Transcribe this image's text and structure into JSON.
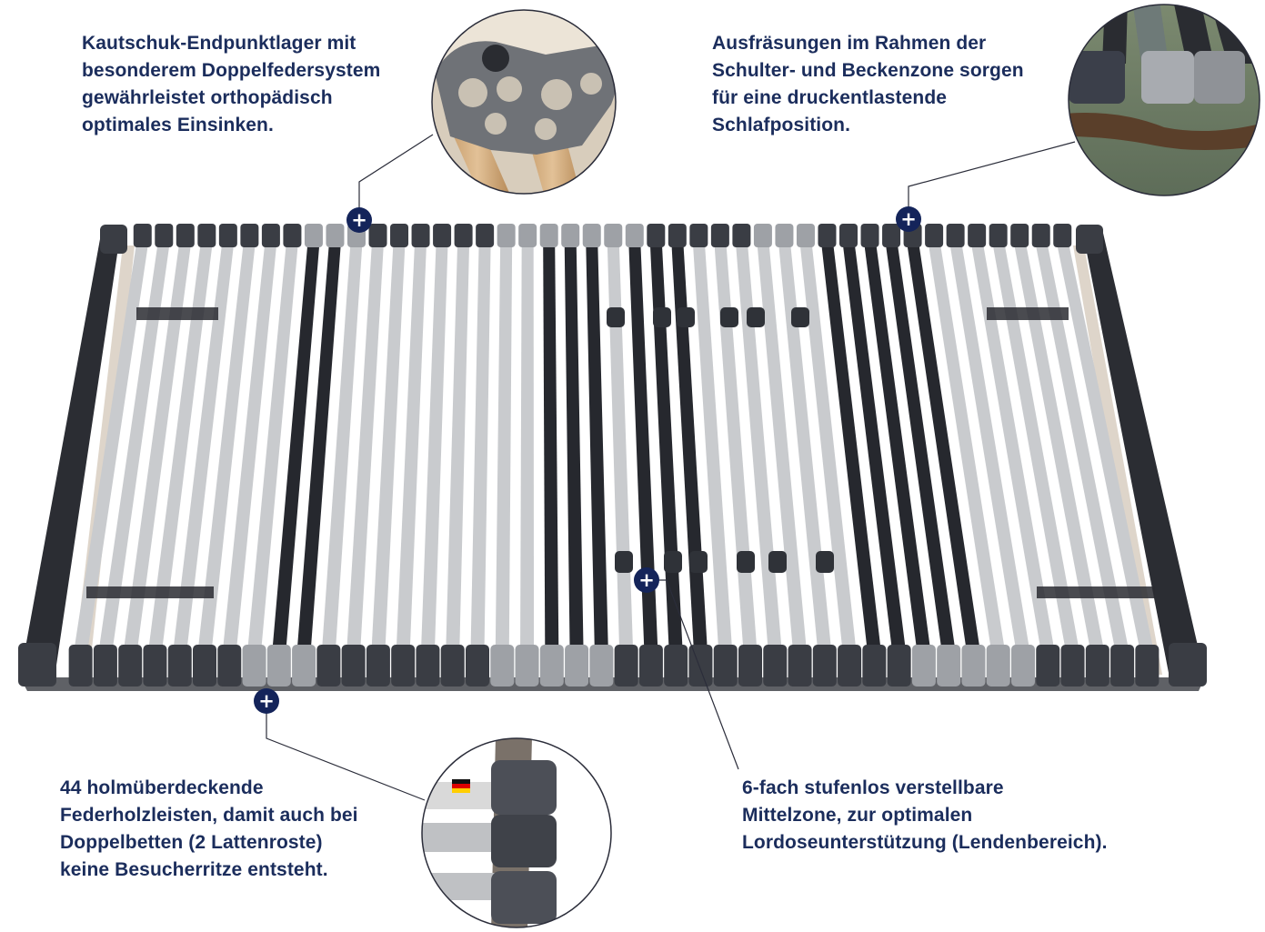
{
  "callouts": {
    "top_left": {
      "lines": [
        "Kautschuk-Endpunktlager mit",
        "besonderem Doppelfedersystem",
        "gewährleistet orthopädisch",
        "optimales Einsinken."
      ]
    },
    "top_right": {
      "lines": [
        "Ausfräsungen im Rahmen der",
        "Schulter- und Beckenzone sorgen",
        "für eine druckentlastende",
        "Schlafposition."
      ]
    },
    "bottom_left": {
      "lines": [
        "44 holmüberdeckende",
        "Federholzleisten, damit auch bei",
        "Doppelbetten (2 Lattenroste)",
        "keine Besucherritze entsteht."
      ]
    },
    "bottom_right": {
      "lines": [
        "6-fach stufenlos verstellbare",
        "Mittelzone, zur optimalen",
        "Lordoseunterstützung (Lendenbereich)."
      ]
    }
  },
  "hotspot_symbol": "+",
  "colors": {
    "text": "#1b2d5c",
    "hotspot": "#14245a",
    "frame": "#2b2d33",
    "slat_light": "#c9cbce",
    "slat_dark": "#26282e",
    "cap_dark": "#3a3d44",
    "cap_light": "#9ea1a6"
  },
  "icons": {
    "hotspot": "plus-circle-icon",
    "flag": "german-flag-icon"
  }
}
